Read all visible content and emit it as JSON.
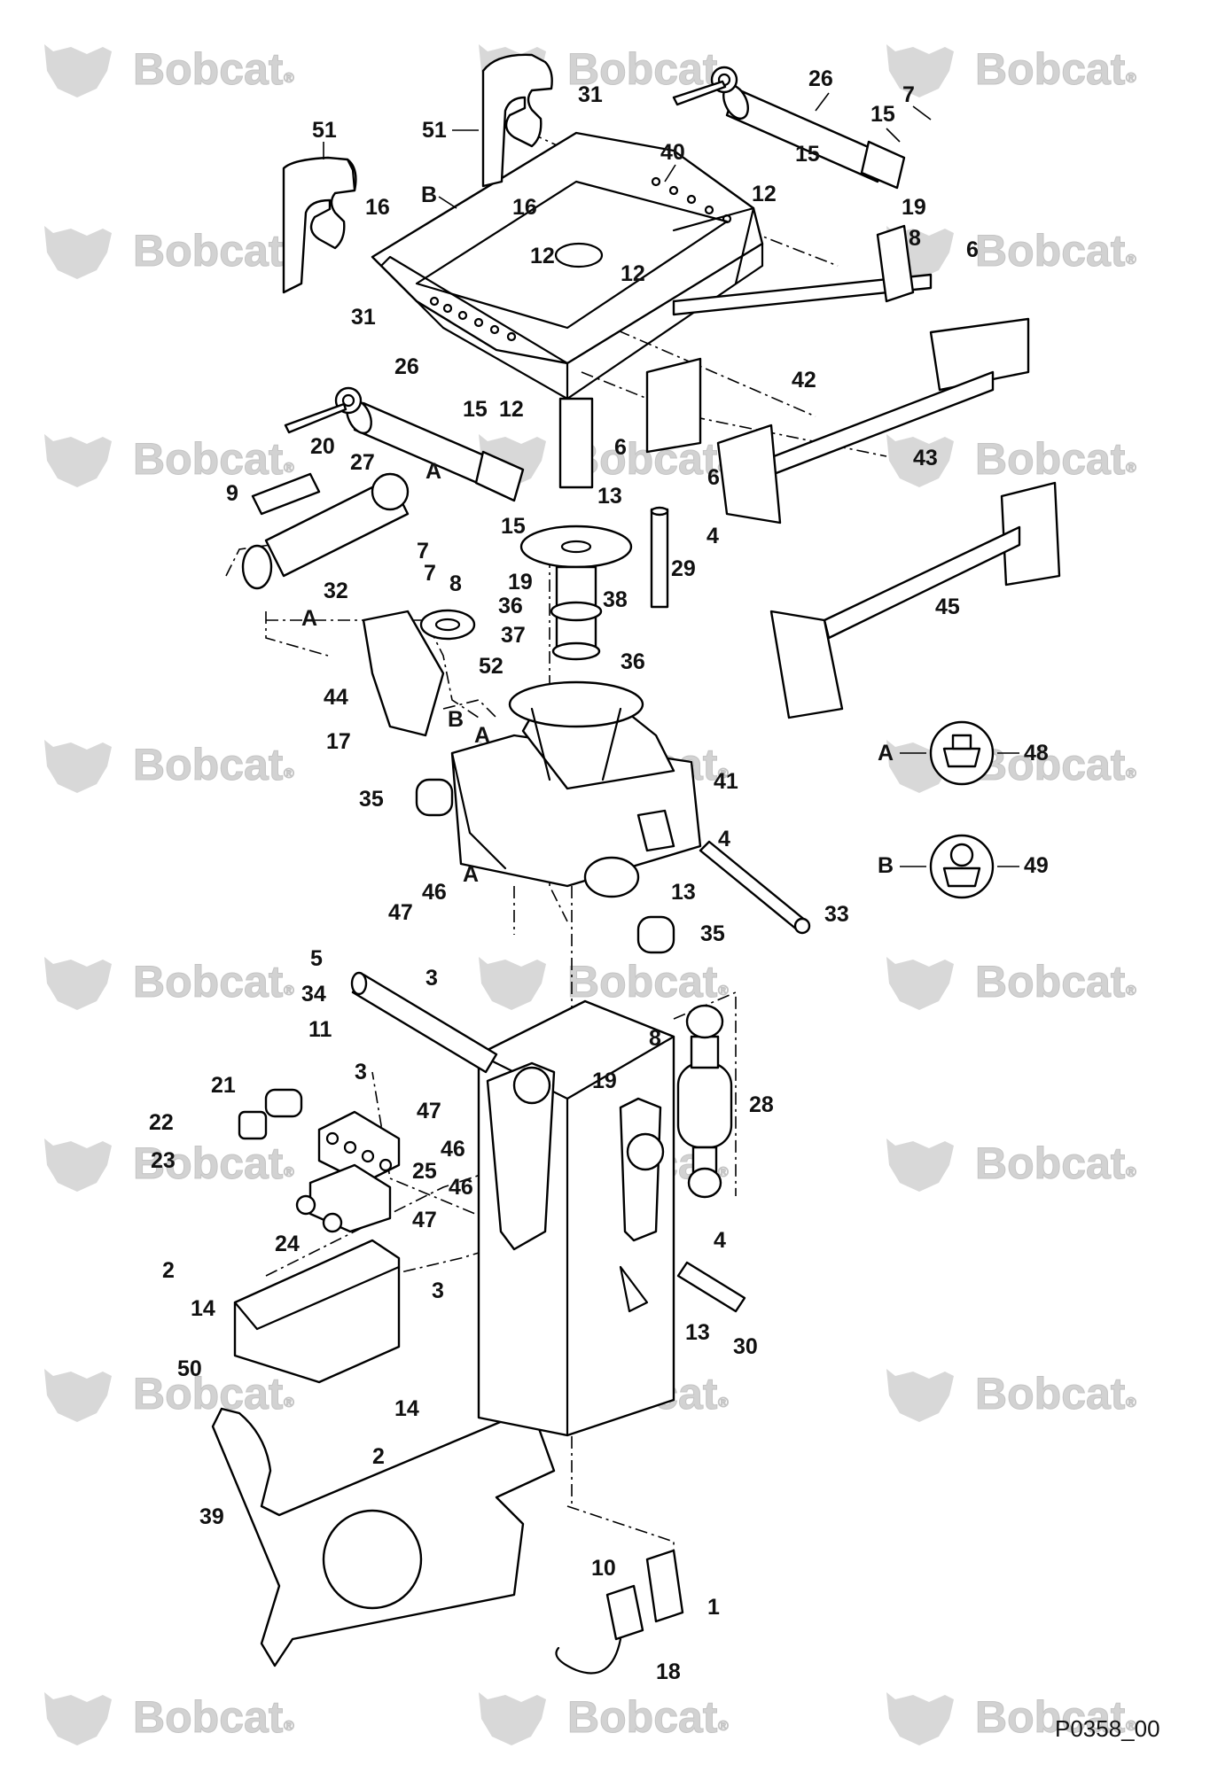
{
  "watermark": {
    "text": "Bobcat",
    "mark": "®"
  },
  "figure_code": "P0358_00",
  "detail_a_letter": "A",
  "detail_b_letter": "B",
  "callouts": [
    {
      "id": "c51a",
      "text": "51"
    },
    {
      "id": "c51b",
      "text": "51"
    },
    {
      "id": "c31a",
      "text": "31"
    },
    {
      "id": "c26a",
      "text": "26"
    },
    {
      "id": "c7a",
      "text": "7"
    },
    {
      "id": "c15a",
      "text": "15"
    },
    {
      "id": "c40",
      "text": "40"
    },
    {
      "id": "cB1",
      "text": "B"
    },
    {
      "id": "c16a",
      "text": "16"
    },
    {
      "id": "c16b",
      "text": "16"
    },
    {
      "id": "c15b",
      "text": "15"
    },
    {
      "id": "c12a",
      "text": "12"
    },
    {
      "id": "c19a",
      "text": "19"
    },
    {
      "id": "c8a",
      "text": "8"
    },
    {
      "id": "c12b",
      "text": "12"
    },
    {
      "id": "c12c",
      "text": "12"
    },
    {
      "id": "c6a",
      "text": "6"
    },
    {
      "id": "c31b",
      "text": "31"
    },
    {
      "id": "c26b",
      "text": "26"
    },
    {
      "id": "c42",
      "text": "42"
    },
    {
      "id": "c15c",
      "text": "15"
    },
    {
      "id": "c12d",
      "text": "12"
    },
    {
      "id": "c6b",
      "text": "6"
    },
    {
      "id": "c43",
      "text": "43"
    },
    {
      "id": "c20",
      "text": "20"
    },
    {
      "id": "c27",
      "text": "27"
    },
    {
      "id": "cA1",
      "text": "A"
    },
    {
      "id": "c9",
      "text": "9"
    },
    {
      "id": "c13a",
      "text": "13"
    },
    {
      "id": "c6c",
      "text": "6"
    },
    {
      "id": "c15d",
      "text": "15"
    },
    {
      "id": "c4a",
      "text": "4"
    },
    {
      "id": "c7b",
      "text": "7"
    },
    {
      "id": "c7c",
      "text": "7"
    },
    {
      "id": "c29",
      "text": "29"
    },
    {
      "id": "c19b",
      "text": "19"
    },
    {
      "id": "c45",
      "text": "45"
    },
    {
      "id": "c8b",
      "text": "8"
    },
    {
      "id": "c32",
      "text": "32"
    },
    {
      "id": "c36a",
      "text": "36"
    },
    {
      "id": "c38",
      "text": "38"
    },
    {
      "id": "cA2",
      "text": "A"
    },
    {
      "id": "c37",
      "text": "37"
    },
    {
      "id": "c52",
      "text": "52"
    },
    {
      "id": "c36b",
      "text": "36"
    },
    {
      "id": "c44",
      "text": "44"
    },
    {
      "id": "cB2",
      "text": "B"
    },
    {
      "id": "cA3",
      "text": "A"
    },
    {
      "id": "c17",
      "text": "17"
    },
    {
      "id": "cA4",
      "text": "A"
    },
    {
      "id": "c48",
      "text": "48"
    },
    {
      "id": "c41",
      "text": "41"
    },
    {
      "id": "c35a",
      "text": "35"
    },
    {
      "id": "c4b",
      "text": "4"
    },
    {
      "id": "cB3",
      "text": "B"
    },
    {
      "id": "c49",
      "text": "49"
    },
    {
      "id": "cA5",
      "text": "A"
    },
    {
      "id": "c46a",
      "text": "46"
    },
    {
      "id": "c13b",
      "text": "13"
    },
    {
      "id": "c47a",
      "text": "47"
    },
    {
      "id": "c33",
      "text": "33"
    },
    {
      "id": "c35b",
      "text": "35"
    },
    {
      "id": "c5",
      "text": "5"
    },
    {
      "id": "c3a",
      "text": "3"
    },
    {
      "id": "c34",
      "text": "34"
    },
    {
      "id": "c11",
      "text": "11"
    },
    {
      "id": "c8c",
      "text": "8"
    },
    {
      "id": "c3b",
      "text": "3"
    },
    {
      "id": "c19c",
      "text": "19"
    },
    {
      "id": "c28",
      "text": "28"
    },
    {
      "id": "c21",
      "text": "21"
    },
    {
      "id": "c47b",
      "text": "47"
    },
    {
      "id": "c22",
      "text": "22"
    },
    {
      "id": "c46b",
      "text": "46"
    },
    {
      "id": "c23",
      "text": "23"
    },
    {
      "id": "c25",
      "text": "25"
    },
    {
      "id": "c46c",
      "text": "46"
    },
    {
      "id": "c47c",
      "text": "47"
    },
    {
      "id": "c24",
      "text": "24"
    },
    {
      "id": "c4c",
      "text": "4"
    },
    {
      "id": "c2a",
      "text": "2"
    },
    {
      "id": "c3c",
      "text": "3"
    },
    {
      "id": "c14a",
      "text": "14"
    },
    {
      "id": "c13c",
      "text": "13"
    },
    {
      "id": "c30",
      "text": "30"
    },
    {
      "id": "c50",
      "text": "50"
    },
    {
      "id": "c14b",
      "text": "14"
    },
    {
      "id": "c2b",
      "text": "2"
    },
    {
      "id": "c39",
      "text": "39"
    },
    {
      "id": "c10",
      "text": "10"
    },
    {
      "id": "c1",
      "text": "1"
    },
    {
      "id": "c18",
      "text": "18"
    }
  ]
}
